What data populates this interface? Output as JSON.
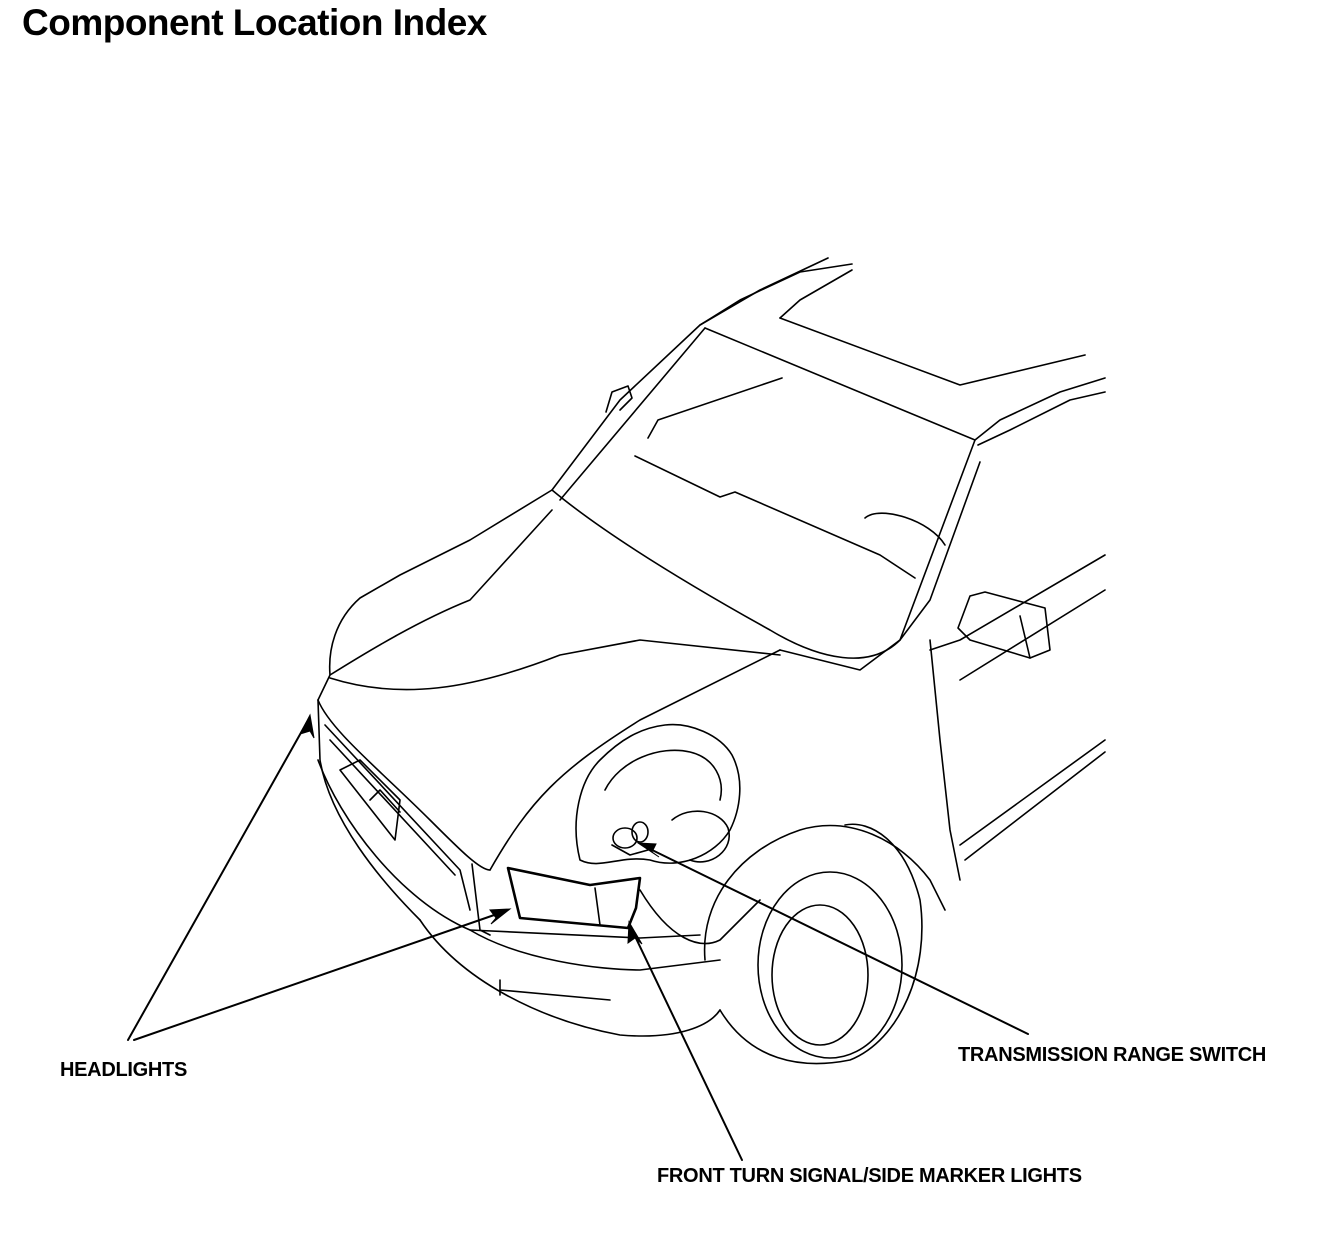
{
  "title": "Component Location Index",
  "callouts": {
    "headlights": "HEADLIGHTS",
    "transmission_range_switch": "TRANSMISSION RANGE SWITCH",
    "front_turn_signal": "FRONT TURN SIGNAL/SIDE MARKER LIGHTS"
  }
}
